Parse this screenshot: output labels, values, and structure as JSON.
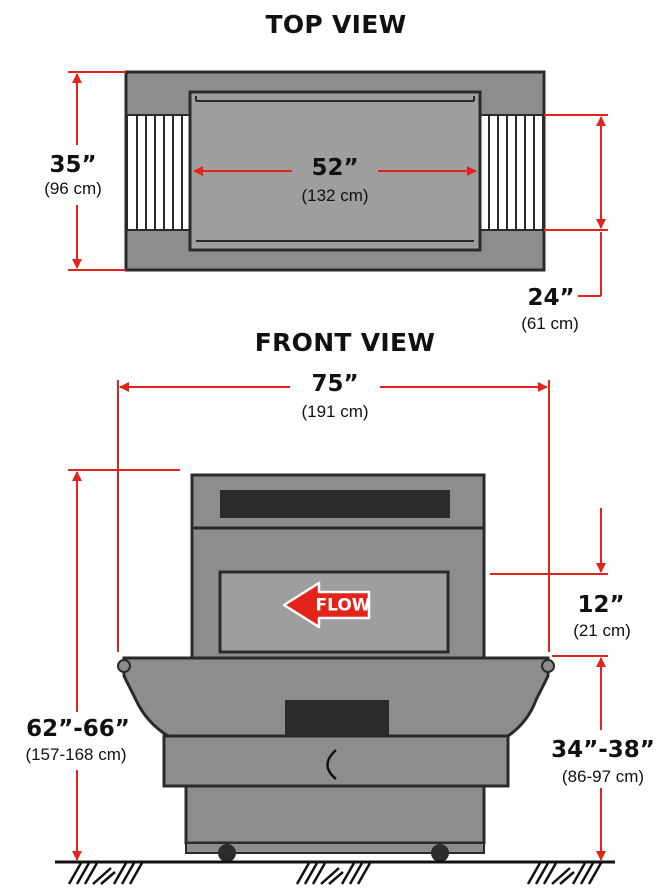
{
  "top_view": {
    "title": "TOP VIEW",
    "depth": {
      "imperial": "35”",
      "metric": "(96 cm)"
    },
    "inner_width": {
      "imperial": "52”",
      "metric": "(132 cm)"
    },
    "side_depth": {
      "imperial": "24”",
      "metric": "(61 cm)"
    }
  },
  "front_view": {
    "title": "FRONT VIEW",
    "overall_width": {
      "imperial": "75”",
      "metric": "(191 cm)"
    },
    "total_height": {
      "imperial": "62”-66”",
      "metric": "(157-168 cm)"
    },
    "upper_height": {
      "imperial": "12”",
      "metric": "(21 cm)"
    },
    "base_height": {
      "imperial": "34”-38”",
      "metric": "(86-97 cm)"
    },
    "flow_label": "FLOW"
  },
  "colors": {
    "dimension_line": "#e3241b",
    "body_gray": "#8d8d8f",
    "panel_gray": "#9e9e9f",
    "outline": "#2a2a2a",
    "dark_slot": "#2b2b2b",
    "flow_arrow": "#e3241b"
  }
}
